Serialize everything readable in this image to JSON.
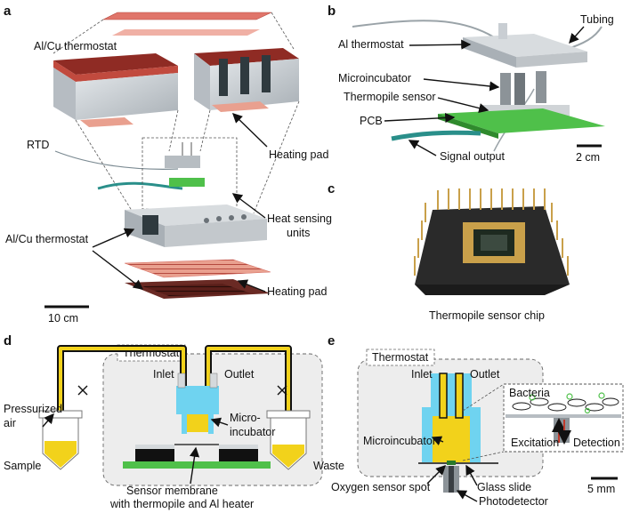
{
  "panels": {
    "a": {
      "letter": "a",
      "labels": {
        "thermostat_top": "Al/Cu thermostat",
        "rtd": "RTD",
        "heating_pad_top": "Heating pad",
        "heat_sensing_1": "Heat sensing",
        "heat_sensing_2": "units",
        "thermostat_bottom": "Al/Cu thermostat",
        "heating_pad_bottom": "Heating pad",
        "scale": "10 cm"
      }
    },
    "b": {
      "letter": "b",
      "labels": {
        "tubing": "Tubing",
        "thermostat": "Al thermostat",
        "microincubator": "Microincubator",
        "thermopile": "Thermopile sensor",
        "pcb": "PCB",
        "signal": "Signal output",
        "scale": "2 cm"
      }
    },
    "c": {
      "letter": "c",
      "caption": "Thermopile sensor chip"
    },
    "d": {
      "letter": "d",
      "labels": {
        "thermostat": "Thermostat",
        "inlet": "Inlet",
        "outlet": "Outlet",
        "pressurized_1": "Pressurized",
        "pressurized_2": "air",
        "micro_1": "Micro-",
        "micro_2": "incubator",
        "sample": "Sample",
        "waste": "Waste",
        "membrane_1": "Sensor membrane",
        "membrane_2": "with thermopile and Al heater"
      }
    },
    "e": {
      "letter": "e",
      "labels": {
        "thermostat": "Thermostat",
        "inlet": "Inlet",
        "outlet": "Outlet",
        "bacteria": "Bacteria",
        "microincubator": "Microincubator",
        "excitation": "Excitation",
        "detection": "Detection",
        "oxygen_spot": "Oxygen sensor spot",
        "glass_slide": "Glass slide",
        "photodetector": "Photodetector",
        "scale": "5 mm"
      }
    }
  },
  "colors": {
    "thermostat_gray": "#c9ced3",
    "copper": "#b5493f",
    "heating_pad": "#e9a08f",
    "pcb_green": "#4fc04a",
    "fluid_yellow": "#f2d21b",
    "water_blue": "#6fd3f0",
    "chip_gold": "#c9a04a"
  }
}
